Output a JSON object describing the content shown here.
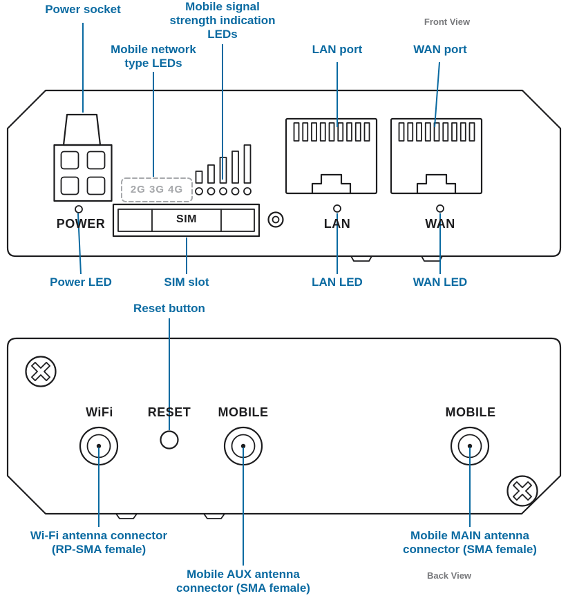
{
  "front": {
    "view_label": "Front View",
    "callouts": {
      "power_socket": "Power socket",
      "mobile_signal_lines": [
        "Mobile signal",
        "strength indication",
        "LEDs"
      ],
      "mobile_network_lines": [
        "Mobile network",
        "type LEDs"
      ],
      "lan_port": "LAN port",
      "wan_port": "WAN port",
      "power_led": "Power LED",
      "sim_slot": "SIM slot",
      "lan_led": "LAN LED",
      "wan_led": "WAN LED"
    },
    "panel": {
      "power": "POWER",
      "sim": "SIM",
      "lan": "LAN",
      "wan": "WAN",
      "network_types": "2G 3G 4G"
    }
  },
  "back": {
    "view_label": "Back View",
    "callouts": {
      "reset_button": "Reset button",
      "wifi_lines": [
        "Wi-Fi antenna connector",
        "(RP-SMA female)"
      ],
      "aux_lines": [
        "Mobile AUX antenna",
        "connector (SMA female)"
      ],
      "main_lines": [
        "Mobile MAIN antenna",
        "connector (SMA female)"
      ]
    },
    "panel": {
      "wifi": "WiFi",
      "reset": "RESET",
      "mobile_aux": "MOBILE",
      "mobile_main": "MOBILE"
    }
  },
  "colors": {
    "callout_blue": "#0a6aa1",
    "outline_black": "#1d1d1f",
    "muted_gray": "#77787b",
    "dashed_gray": "#a6a8ab"
  }
}
